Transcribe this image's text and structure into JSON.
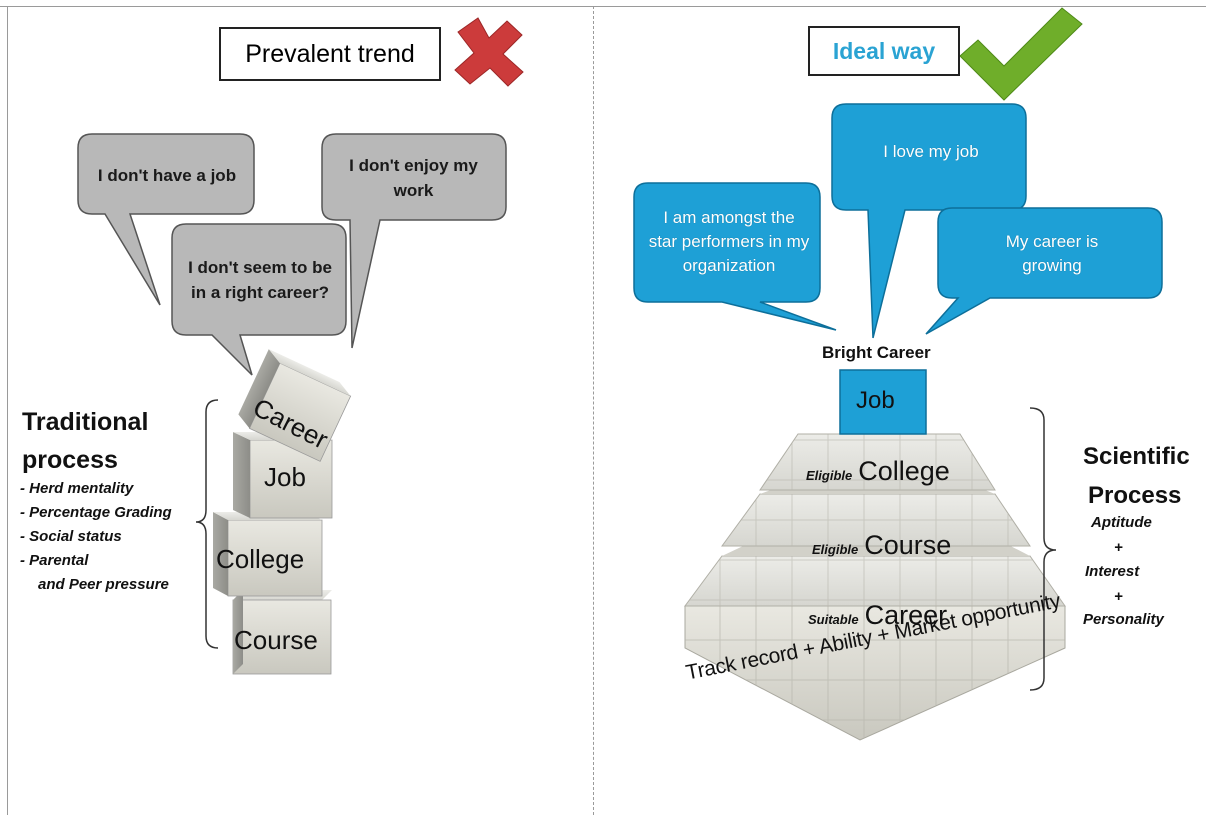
{
  "left": {
    "title": "Prevalent trend",
    "bubbles": [
      {
        "id": "no-job",
        "text": "I don't have a job"
      },
      {
        "id": "right-career",
        "text": "I don't seem to be in a right career?"
      },
      {
        "id": "not-enjoy",
        "text": "I don't enjoy my work"
      }
    ],
    "heading_line1": "Traditional",
    "heading_line2": "process",
    "factors": [
      "- Herd mentality",
      "- Percentage Grading",
      "- Social status",
      "- Parental",
      "and Peer pressure"
    ],
    "cubes": {
      "career": "Career",
      "job": "Job",
      "college": "College",
      "course": "Course"
    }
  },
  "right": {
    "title": "Ideal way",
    "bubbles": [
      {
        "id": "love-job",
        "text": "I love my job"
      },
      {
        "id": "star-performer",
        "text": "I am amongst the star performers in my organization"
      },
      {
        "id": "career-growing",
        "text": "My career is growing"
      }
    ],
    "bright_career": "Bright Career",
    "top_block": "Job",
    "tiers": [
      {
        "small": "Eligible",
        "big": "College"
      },
      {
        "small": "Eligible",
        "big": "Course"
      },
      {
        "small": "Suitable",
        "big": "Career"
      }
    ],
    "base_text": "Track record + Ability + Market opportunity",
    "heading_line1": "Scientific",
    "heading_line2": "Process",
    "factors": [
      "Aptitude",
      "+",
      "Interest",
      "+",
      "Personality"
    ]
  },
  "colors": {
    "grey_bubble": "#b8b8b8",
    "blue_bubble": "#1ea0d6",
    "cross": "#cc3b3b",
    "check": "#6fae2a",
    "ideal_text": "#2aa3d3"
  }
}
